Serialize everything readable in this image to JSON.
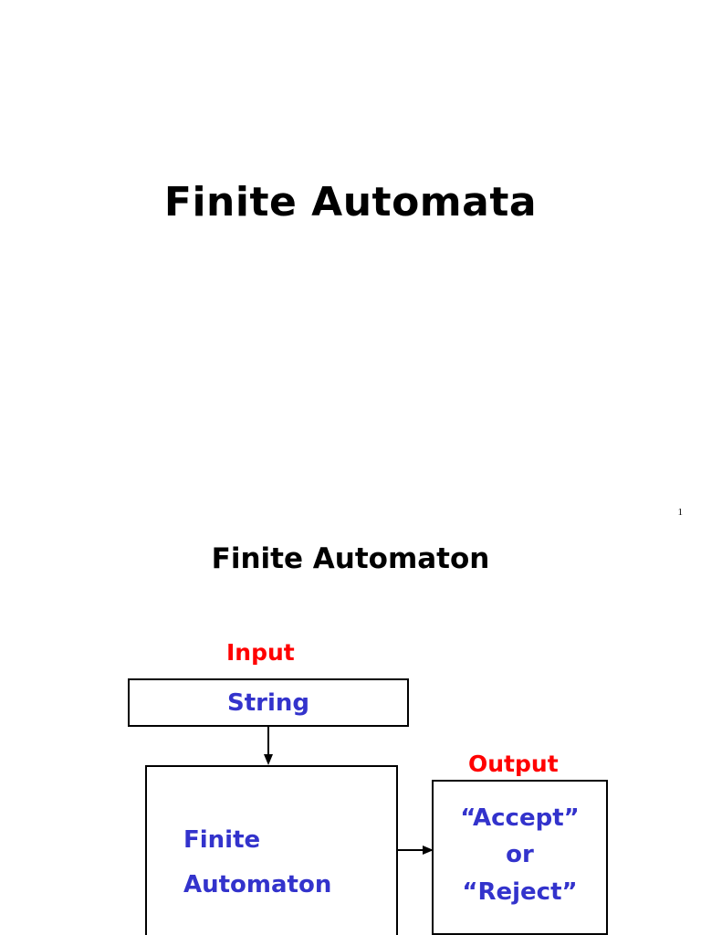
{
  "slide1": {
    "title": "Finite Automata",
    "page_number": "1"
  },
  "slide2": {
    "title": "Finite Automaton",
    "input_label": "Input",
    "output_label": "Output",
    "input_box_text": "String",
    "automaton_box": {
      "line1": "Finite",
      "line2": "Automaton"
    },
    "output_box": {
      "line1": "“Accept”",
      "line2": "or",
      "line3": "“Reject”"
    },
    "icons": {
      "down_arrow": "arrow-down-icon",
      "right_arrow": "arrow-right-icon"
    }
  },
  "colors": {
    "label_red": "#ff0000",
    "text_blue": "#3333cc",
    "title_black": "#000000",
    "border_black": "#000000"
  }
}
